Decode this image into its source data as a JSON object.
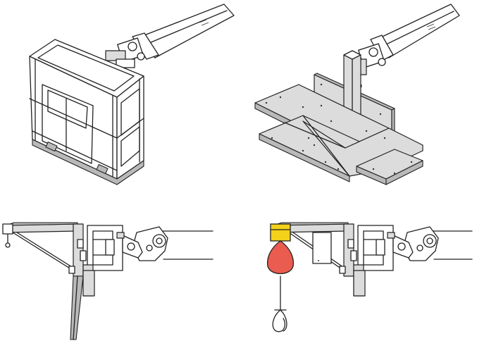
{
  "figure": {
    "panels": [
      {
        "id": "man-basket",
        "subject": "basket-attachment"
      },
      {
        "id": "platform",
        "subject": "work-platform-attachment"
      },
      {
        "id": "jib",
        "subject": "jib-attachment"
      },
      {
        "id": "jib-winch",
        "subject": "jib-winch-attachment"
      }
    ],
    "colors": {
      "line": "#222222",
      "panel_gray": "#dcdcdc",
      "dark_gray": "#b9b9b9",
      "winch_yellow": "#f2d21b",
      "hook_block_red": "#e95c4f"
    }
  }
}
